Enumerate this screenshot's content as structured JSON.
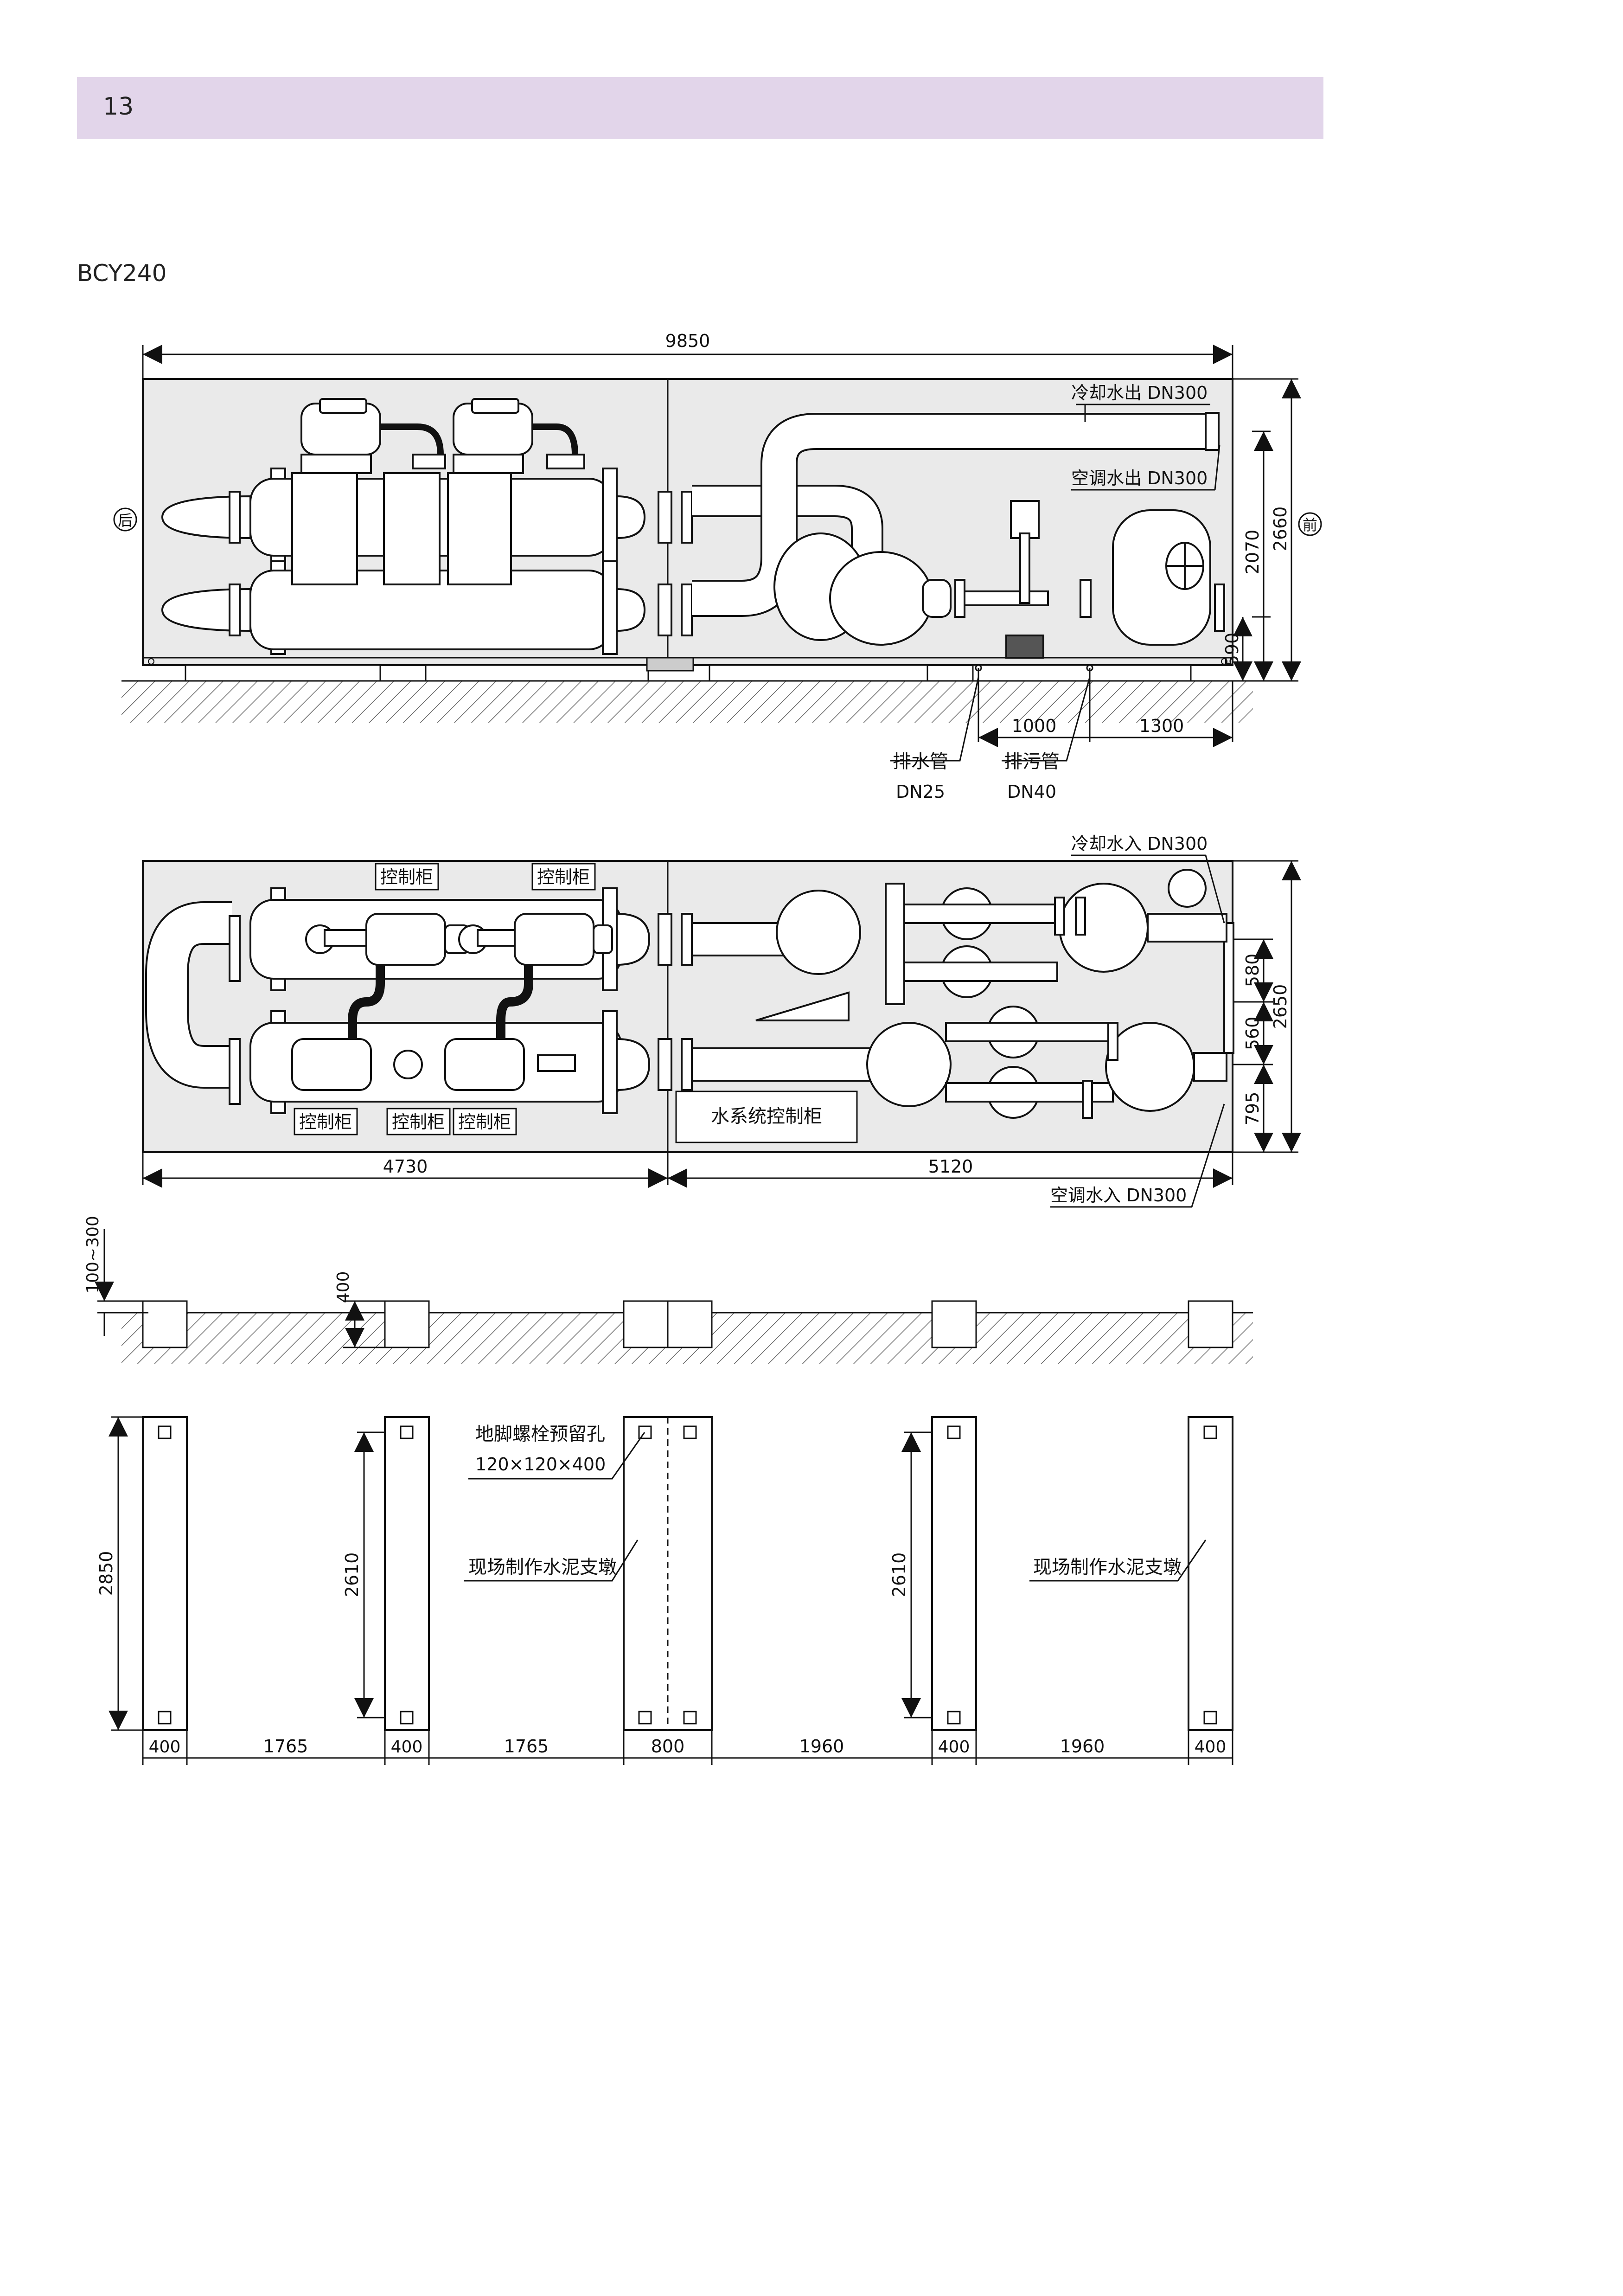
{
  "header": {
    "page_number": "13"
  },
  "model": "BCY240",
  "elevation": {
    "overall_width": "9850",
    "rear_marker": "后",
    "front_marker": "前",
    "cooling_out": "冷却水出 DN300",
    "ac_out": "空调水出 DN300",
    "dim_total_height": "2660",
    "dim_pipe_height": "2070",
    "dim_base_height": "590",
    "dim_drain_spacing": "1000",
    "dim_sewage_spacing": "1300",
    "drain_pipe": "排水管",
    "drain_size": "DN25",
    "sewage_pipe": "排污管",
    "sewage_size": "DN40"
  },
  "plan": {
    "cooling_in": "冷却水入 DN300",
    "ac_in": "空调水入 DN300",
    "control_cabinet": "控制柜",
    "water_system_cabinet": "水系统控制柜",
    "dim_depth": "2650",
    "dim_580": "580",
    "dim_560": "560",
    "dim_795": "795",
    "dim_left_width": "4730",
    "dim_right_width": "5120"
  },
  "foundation_section": {
    "dim_height_range": "100~300",
    "dim_depth": "400"
  },
  "foundation_plan": {
    "anchor_hole": "地脚螺栓预留孔",
    "anchor_hole_size": "120×120×400",
    "pier_label": "现场制作水泥支墩",
    "dim_pier_long": "2850",
    "dim_pier_short": "2610",
    "dim_400": "400",
    "dim_1765": "1765",
    "dim_800": "800",
    "dim_1960": "1960"
  }
}
